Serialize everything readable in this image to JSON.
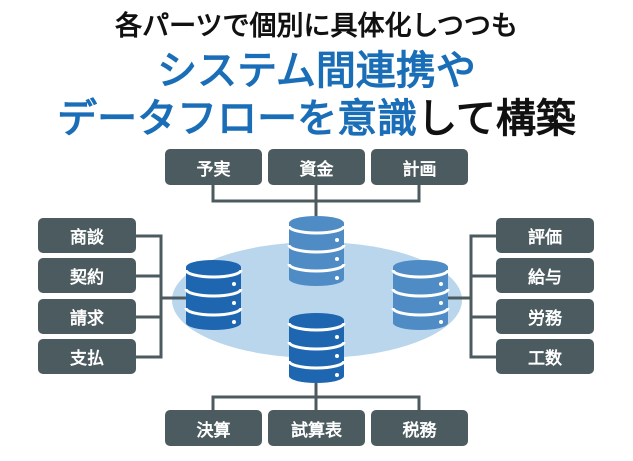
{
  "title": {
    "line1": "各パーツで個別に具体化しつつも",
    "line2": "システム間連携や",
    "line3_blue": "データフローを意識",
    "line3_black": "して構築"
  },
  "top_boxes": [
    "予実",
    "資金",
    "計画"
  ],
  "left_boxes": [
    "商談",
    "契約",
    "請求",
    "支払"
  ],
  "right_boxes": [
    "評価",
    "給与",
    "労務",
    "工数"
  ],
  "bottom_boxes": [
    "決算",
    "試算表",
    "税務"
  ],
  "icons": [
    "database-icon-top",
    "database-icon-left",
    "database-icon-right",
    "database-icon-bottom"
  ],
  "colors": {
    "title_blue": "#1a6db7",
    "box": "#4b5b5f",
    "db_dark": "#1f66b1",
    "db_light": "#4f8cc6",
    "ellipse": "#b9d6ec"
  }
}
